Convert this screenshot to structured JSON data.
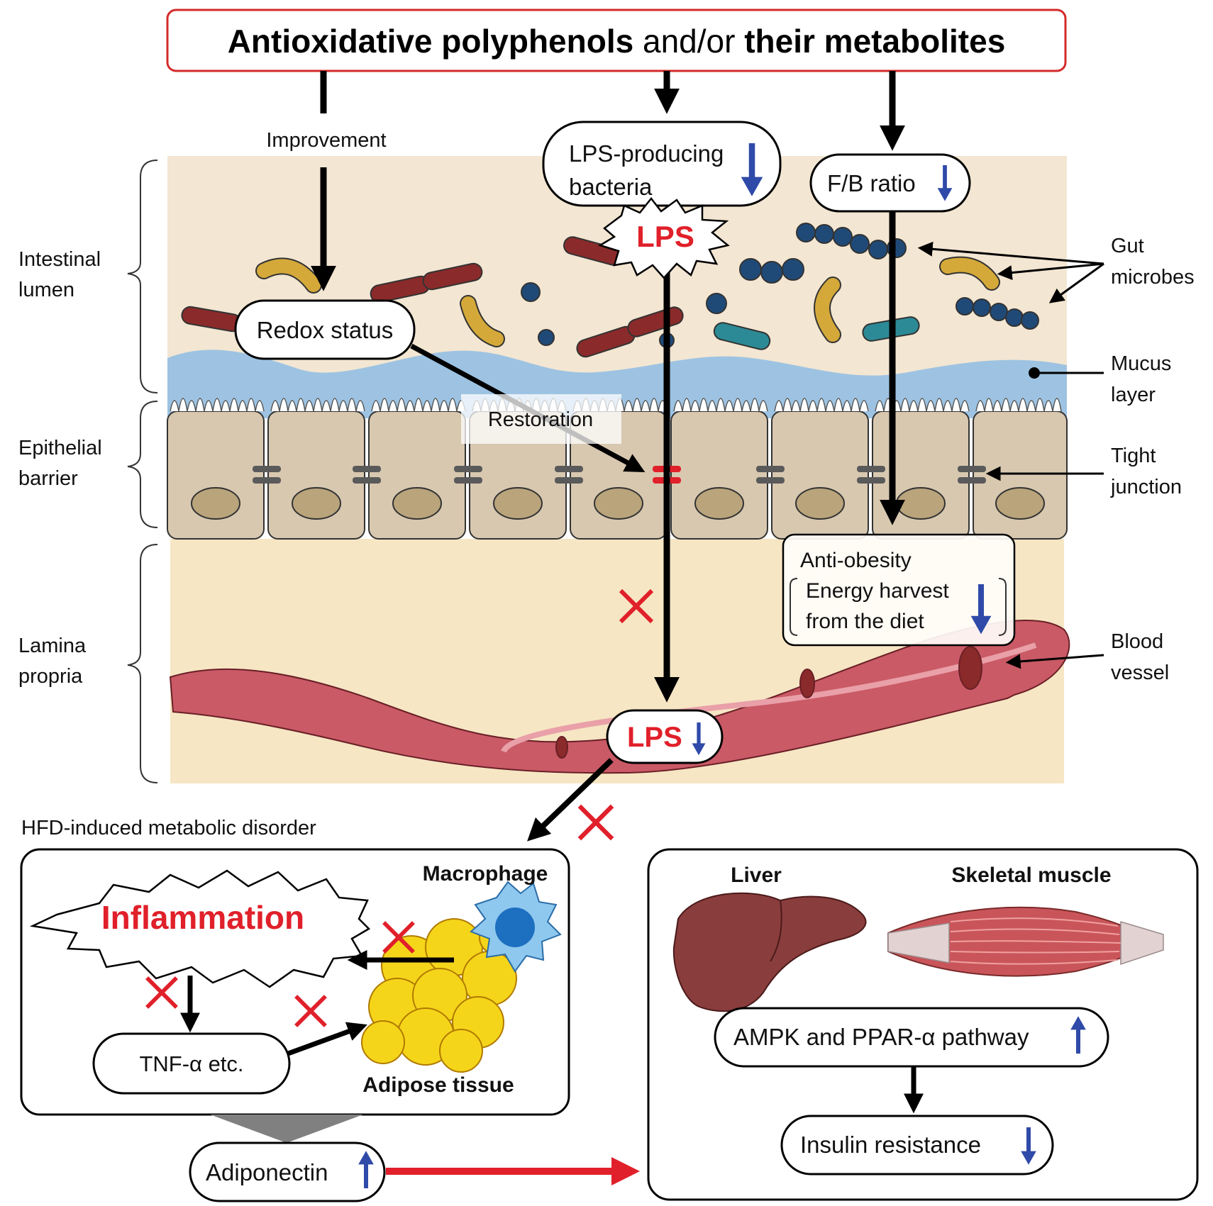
{
  "title": {
    "part1": "Antioxidative polyphenols",
    "part2": " and/or ",
    "part3": "their metabolites"
  },
  "labels": {
    "improvement": "Improvement",
    "lps_producing_1": "LPS-producing",
    "lps_producing_2": "bacteria",
    "fb_ratio": "F/B ratio",
    "lps_burst": "LPS",
    "redox_status": "Redox status",
    "restoration": "Restoration",
    "anti_obesity": "Anti-obesity",
    "energy_harvest_1": "Energy harvest",
    "energy_harvest_2": "from the diet",
    "lps_blood": "LPS",
    "hfd_title": "HFD-induced metabolic disorder",
    "inflammation": "Inflammation",
    "macrophage": "Macrophage",
    "tnf": "TNF-α etc.",
    "adipose": "Adipose tissue",
    "adiponectin": "Adiponectin",
    "liver": "Liver",
    "skeletal_muscle": "Skeletal muscle",
    "ampk": "AMPK and PPAR-α pathway",
    "insulin": "Insulin resistance"
  },
  "region_labels": {
    "intestinal_1": "Intestinal",
    "intestinal_2": "lumen",
    "epithelial_1": "Epithelial",
    "epithelial_2": "barrier",
    "lamina_1": "Lamina",
    "lamina_2": "propria"
  },
  "side_labels": {
    "gut_1": "Gut",
    "gut_2": "microbes",
    "mucus_1": "Mucus",
    "mucus_2": "layer",
    "tight_1": "Tight",
    "tight_2": "junction",
    "blood_1": "Blood",
    "blood_2": "vessel"
  },
  "colors": {
    "title_border": "#d42a2a",
    "red": "#e0202a",
    "blue_arrow": "#2f4aa8",
    "lumen_bg": "#f3e6d2",
    "mucus": "#9ec3e2",
    "cell": "#d8c8b0",
    "nucleus": "#b9a47c",
    "lamina_bg": "#f6e6c4",
    "vessel": "#c95a66",
    "junction": "#5a5a5a"
  }
}
